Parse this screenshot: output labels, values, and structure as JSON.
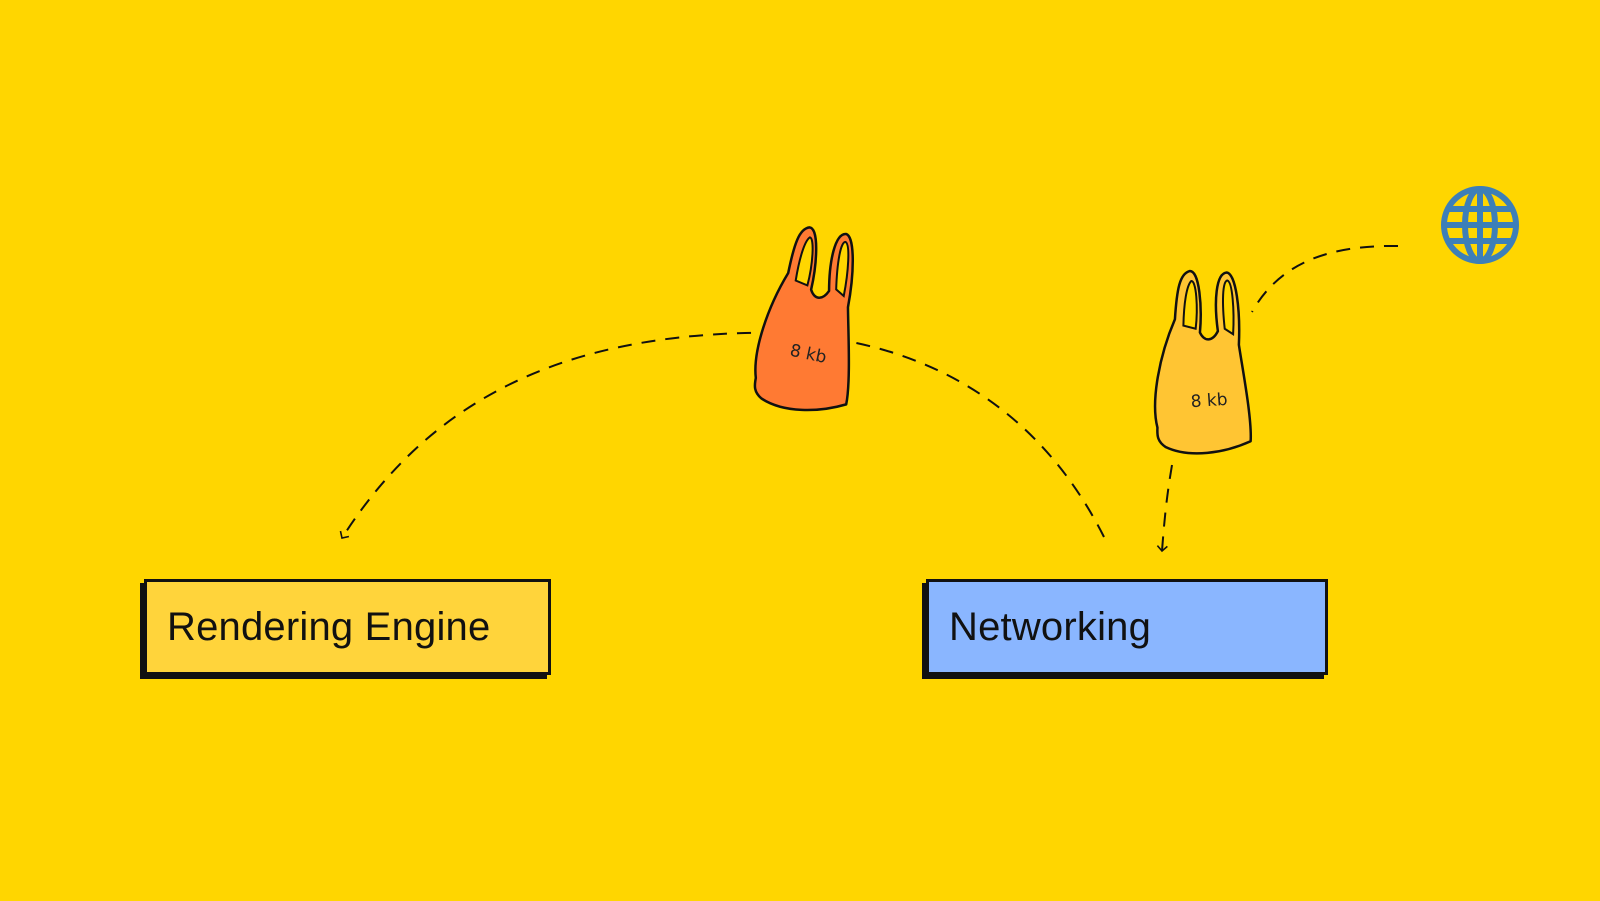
{
  "nodes": {
    "rendering_engine": {
      "label": "Rendering Engine",
      "fill": "#FFD43B"
    },
    "networking": {
      "label": "Networking",
      "fill": "#8AB6FF"
    }
  },
  "packets": [
    {
      "label": "8 kb",
      "fill": "#FF7A33",
      "position": "in transit to Rendering Engine"
    },
    {
      "label": "8 kb",
      "fill": "#FFC533",
      "position": "arriving at Networking"
    }
  ],
  "icons": {
    "globe": "globe-icon"
  },
  "colors": {
    "background": "#FFD600",
    "globe": "#3D7FB8",
    "stroke": "#111111"
  }
}
